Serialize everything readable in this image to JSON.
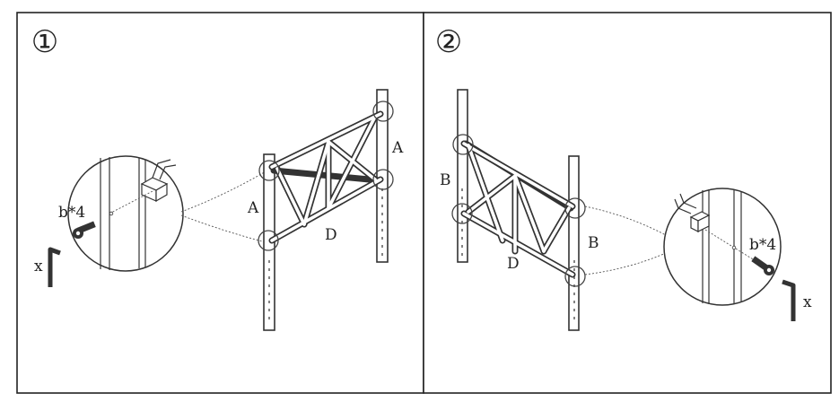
{
  "steps": [
    {
      "number": "①",
      "labels": {
        "left_a": "A",
        "right_a": "A",
        "brace": "D",
        "screw": "b*4",
        "tool": "x"
      }
    },
    {
      "number": "②",
      "labels": {
        "left_b": "B",
        "right_b": "B",
        "brace": "D",
        "screw": "b*4",
        "tool": "x"
      }
    }
  ]
}
